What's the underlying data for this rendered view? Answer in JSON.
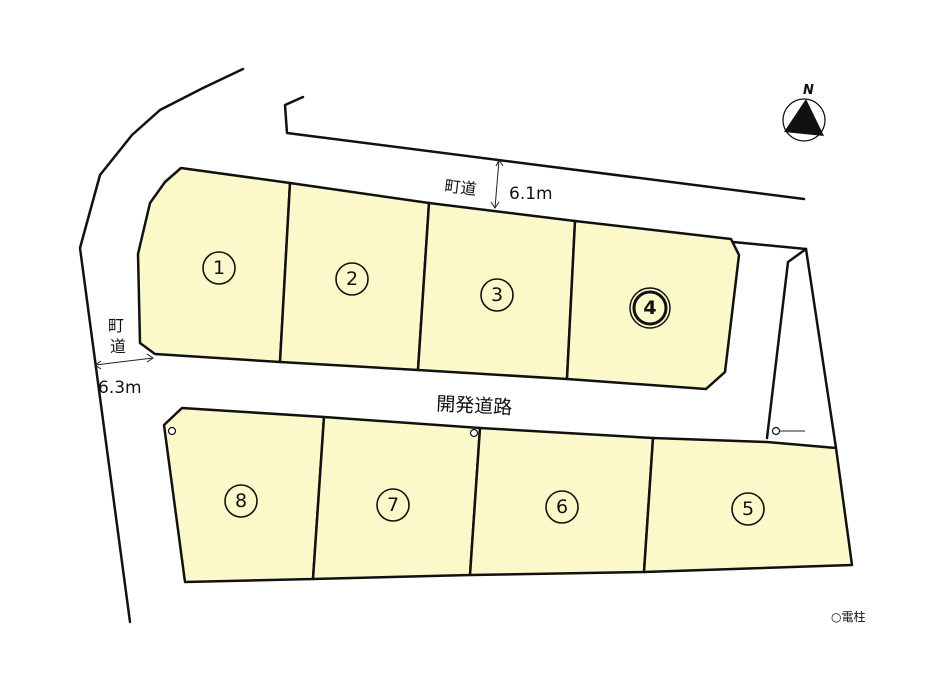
{
  "lots": [
    {
      "id": "lot-1",
      "label": "1",
      "highlight": false
    },
    {
      "id": "lot-2",
      "label": "2",
      "highlight": false
    },
    {
      "id": "lot-3",
      "label": "3",
      "highlight": false
    },
    {
      "id": "lot-4",
      "label": "4",
      "highlight": true
    },
    {
      "id": "lot-5",
      "label": "5",
      "highlight": false
    },
    {
      "id": "lot-6",
      "label": "6",
      "highlight": false
    },
    {
      "id": "lot-7",
      "label": "7",
      "highlight": false
    },
    {
      "id": "lot-8",
      "label": "8",
      "highlight": false
    }
  ],
  "roads": {
    "top_label": "町道",
    "top_width": "6.1m",
    "left_label_1": "町",
    "left_label_2": "道",
    "left_width": "6.3m",
    "center_label": "開発道路"
  },
  "compass": {
    "letter": "N"
  },
  "legend": {
    "text": "○電柱"
  },
  "colors": {
    "lot_fill": "#fbf9c9",
    "line": "#111111"
  }
}
